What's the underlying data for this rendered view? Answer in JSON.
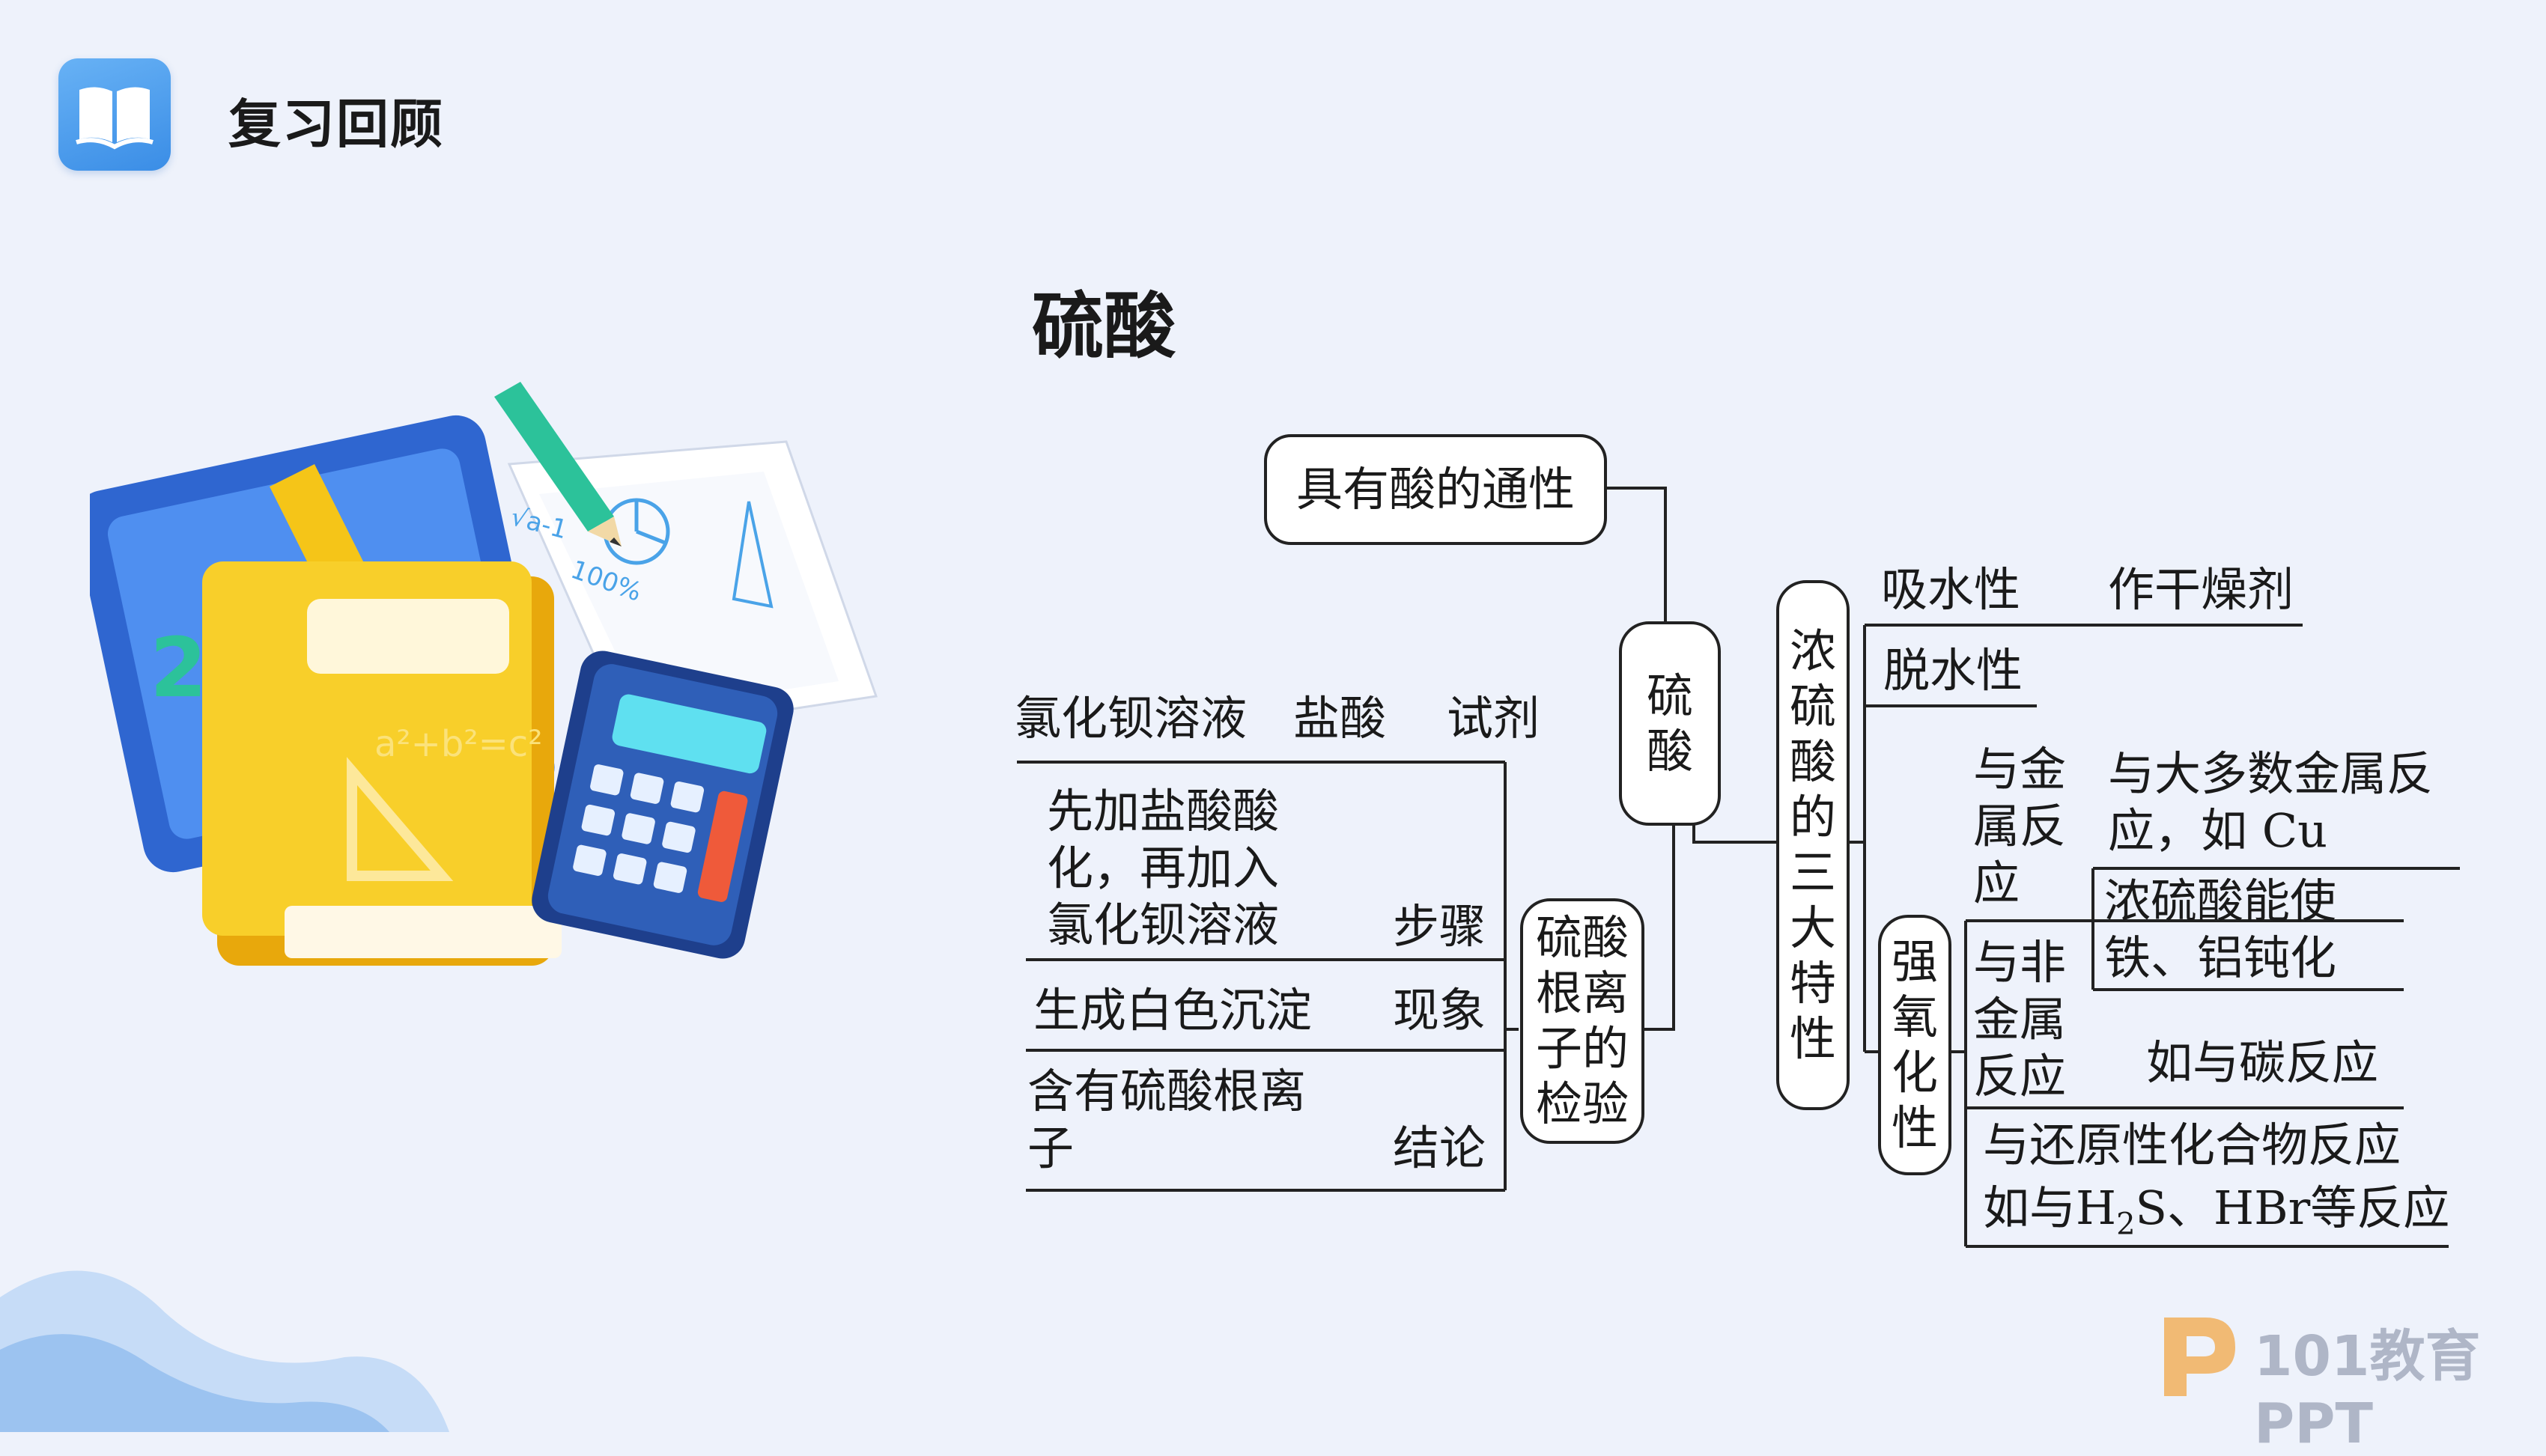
{
  "header": {
    "title": "复习回顾",
    "icon": "open-book-icon"
  },
  "title": "硫酸",
  "diagram": {
    "center": "硫酸",
    "general": "具有酸的通性",
    "three_props": {
      "label": "浓硫酸的三大特性",
      "water_absorb": {
        "name": "吸水性",
        "use": "作干燥剂"
      },
      "dehydrate": "脱水性",
      "oxidizing": {
        "label": "强氧化性",
        "metal": {
          "label": "与金属反应",
          "items": [
            "与大多数金属反应，如 Cu",
            "浓硫酸能使铁、铝钝化"
          ]
        },
        "nonmetal": {
          "label": "与非金属反应",
          "item": "如与碳反应"
        },
        "reducing_line1": "与还原性化合物反应",
        "reducing_line2_a": "如与H",
        "reducing_line2_sub": "2",
        "reducing_line2_b": "S、HBr等反应"
      }
    },
    "sulfate_test": {
      "label": "硫酸根离子的检验",
      "reagent": {
        "items": "氯化钡溶液　盐酸",
        "tag": "试剂"
      },
      "steps": {
        "text": "先加盐酸酸化，再加入氯化钡溶液",
        "tag": "步骤"
      },
      "phenomenon": {
        "text": "生成白色沉淀",
        "tag": "现象"
      },
      "conclusion": {
        "text": "含有硫酸根离子",
        "tag": "结论"
      }
    }
  },
  "logo": {
    "text": "101教育PPT"
  },
  "colors": {
    "background": "#eef2fb",
    "accent": "#3a8de6",
    "book": "#f5c518",
    "calculator": "#2f5fb8"
  }
}
